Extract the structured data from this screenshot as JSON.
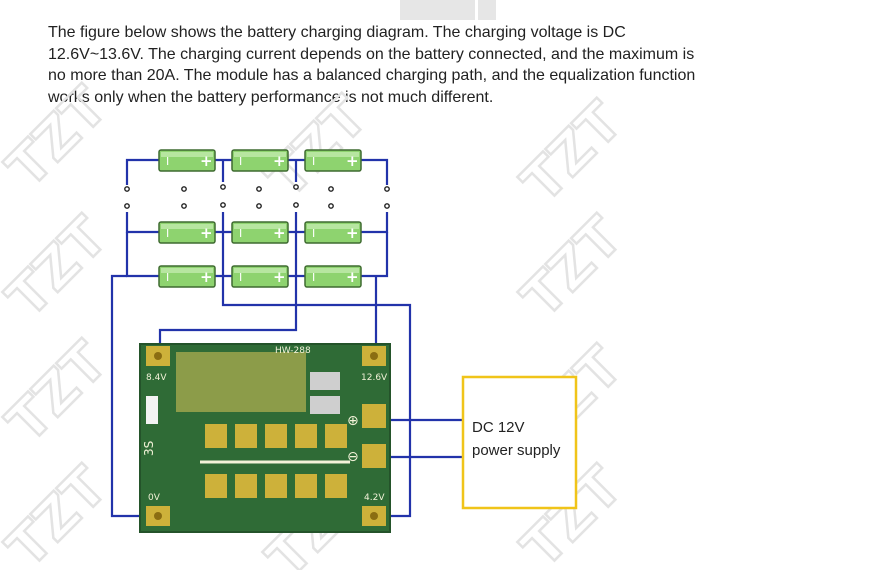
{
  "description": "The figure below shows the battery charging diagram. The charging voltage is DC 12.6V~13.6V. The charging current depends on the battery connected, and the maximum is no more than 20A. The module has a balanced charging path, and the equalization function works only when the battery performance is not much different.",
  "watermark": "TZT",
  "battery": {
    "minus": "I",
    "plus": "+"
  },
  "board": {
    "model": "HW-288",
    "label_8v4": "8.4V",
    "label_12v6": "12.6V",
    "label_0v": "0V",
    "label_4v2": "4.2V",
    "label_3s": "3S",
    "label_plus": "⊕",
    "label_minus": "⊖"
  },
  "power_supply": {
    "line1": "DC 12V",
    "line2": "power supply",
    "border_color": "#f0c419"
  },
  "colors": {
    "wire": "#2233aa",
    "pcb": "#2f6b36",
    "battery": "#8ed36f",
    "pad": "#cdb13a"
  }
}
